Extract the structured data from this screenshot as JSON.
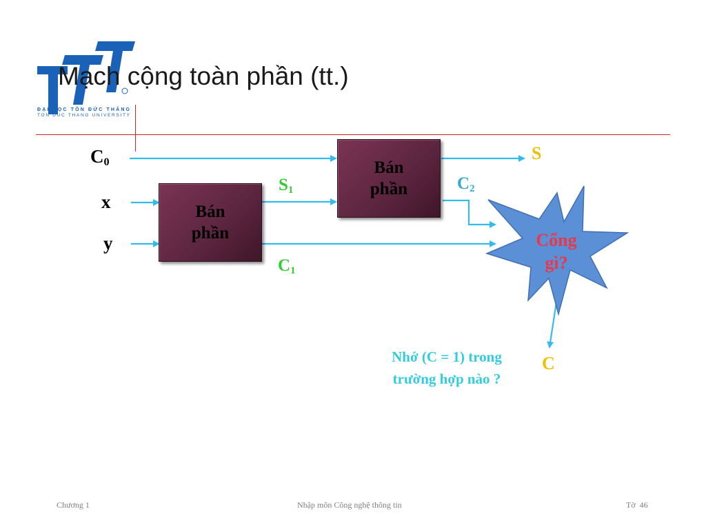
{
  "slide": {
    "title": "Mạch cộng toàn phần (tt.)"
  },
  "logo": {
    "line1": "ĐẠI HỌC TÔN ĐỨC THẮNG",
    "line2": "TON DUC THANG UNIVERSITY"
  },
  "diagram": {
    "inputs": {
      "c0_main": "C",
      "c0_sub": "0",
      "x": "x",
      "y": "y"
    },
    "half_adder_1": {
      "line1": "Bán",
      "line2": "phần"
    },
    "half_adder_2": {
      "line1": "Bán",
      "line2": "phần"
    },
    "s1_main": "S",
    "s1_sub": "1",
    "c1_main": "C",
    "c1_sub": "1",
    "c2_main": "C",
    "c2_sub": "2",
    "output_s": "S",
    "output_c": "C",
    "gate": {
      "line1": "Cổng",
      "line2": "gì?"
    },
    "note": {
      "line1": "Nhớ (C = 1) trong",
      "line2": "trường hợp nào ?"
    },
    "colors": {
      "arrow": "#33bbee",
      "box": "#5e2640",
      "gate_fill": "#5b8fd6",
      "gate_text": "#e8384a",
      "sum_label": "#33cc33",
      "carry_label": "#33aacc",
      "output_label": "#f0c000",
      "rule": "#d0242a"
    }
  },
  "footer": {
    "chapter": "Chương 1",
    "course": "Nhập môn Công nghệ thông tin",
    "page": "Tờ  46"
  }
}
